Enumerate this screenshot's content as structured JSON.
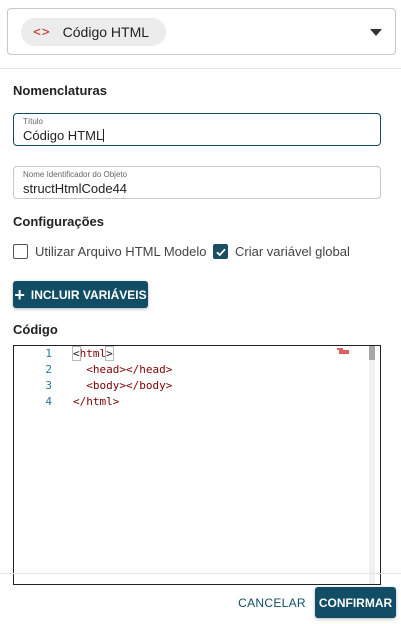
{
  "object_type": {
    "label": "Código HTML",
    "icon": "code-brackets-icon",
    "icon_glyph": "<>"
  },
  "sections": {
    "nomenclaturas": "Nomenclaturas",
    "configuracoes": "Configurações",
    "codigo": "Código"
  },
  "fields": {
    "titulo": {
      "label": "Título",
      "value": "Código HTML"
    },
    "identificador": {
      "label": "Nome Identificador do Objeto",
      "value": "structHtmlCode44"
    }
  },
  "options": {
    "usar_modelo": {
      "label": "Utilizar Arquivo HTML Modelo",
      "checked": false
    },
    "variavel_global": {
      "label": "Criar variável global",
      "checked": true
    }
  },
  "buttons": {
    "incluir_variaveis": "INCLUIR VARIÁVEIS",
    "cancelar": "CANCELAR",
    "confirmar": "CONFIRMAR"
  },
  "editor": {
    "line_numbers": [
      "1",
      "2",
      "3",
      "4"
    ],
    "lines": [
      "<html>",
      "  <head></head>",
      "  <body></body>",
      "</html>"
    ]
  },
  "colors": {
    "primary": "#124d66",
    "tag": "#800000",
    "line_number": "#237893"
  }
}
